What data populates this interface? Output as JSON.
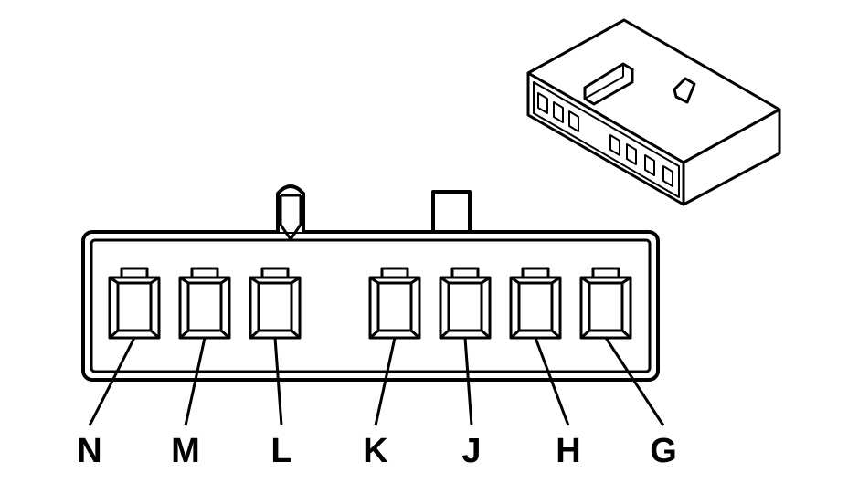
{
  "diagram": {
    "stroke_color": "#000000",
    "fill_color": "#ffffff",
    "pins": [
      {
        "label": "N"
      },
      {
        "label": "M"
      },
      {
        "label": "L"
      },
      {
        "label": "K"
      },
      {
        "label": "J"
      },
      {
        "label": "H"
      },
      {
        "label": "G"
      }
    ]
  }
}
